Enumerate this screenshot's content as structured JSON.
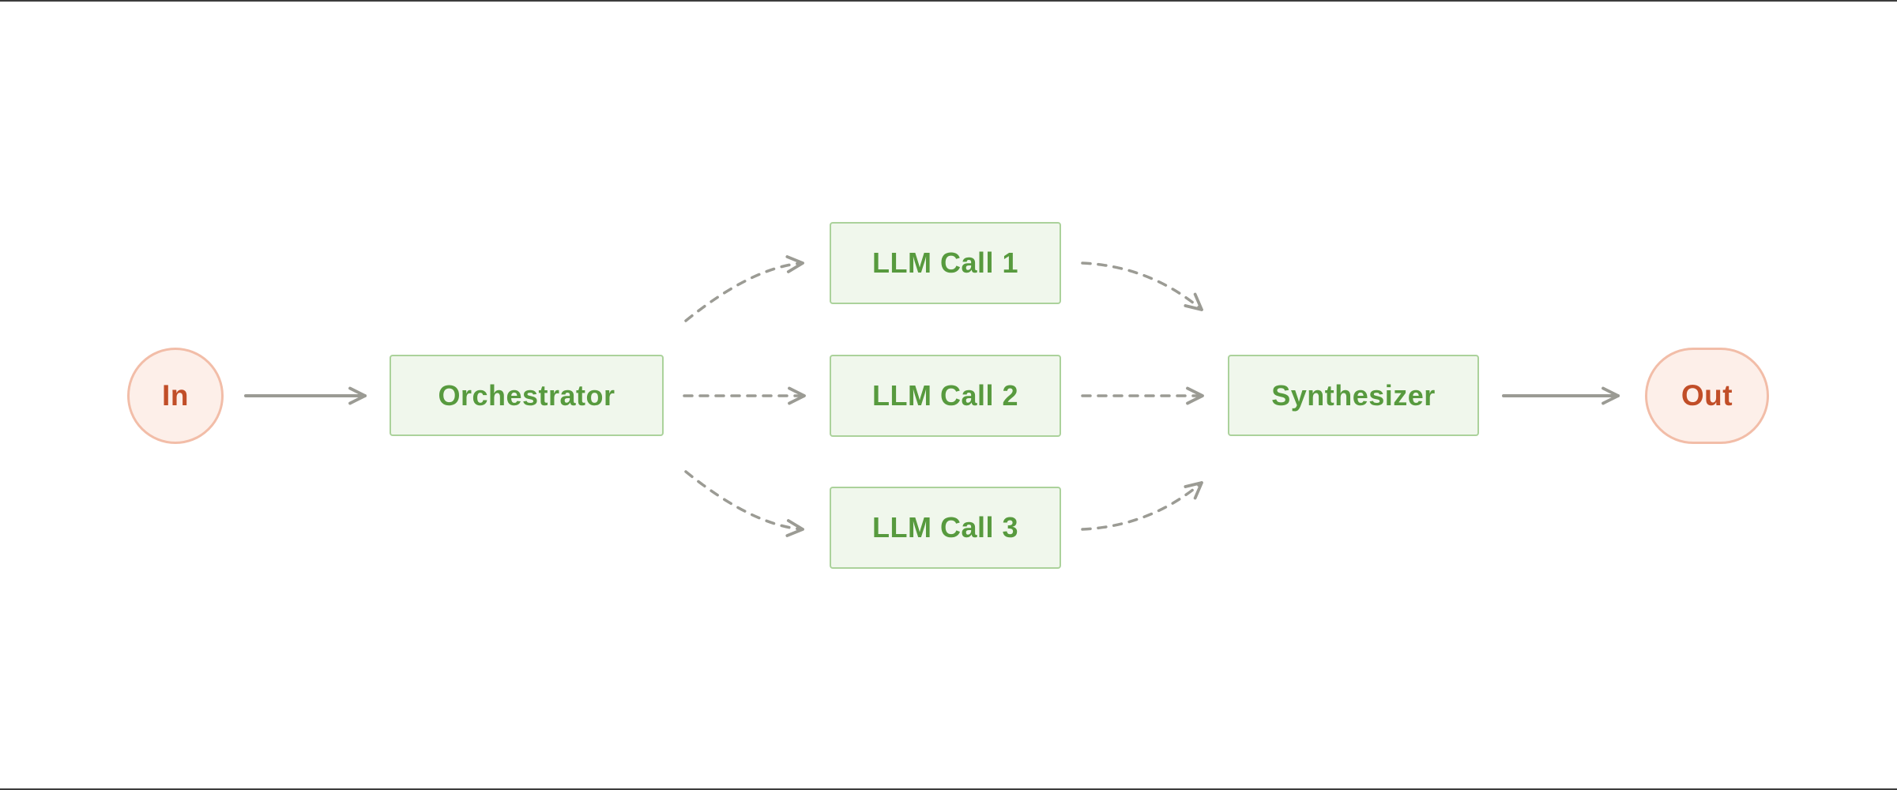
{
  "diagram": {
    "nodes": {
      "in": {
        "label": "In",
        "kind": "terminal"
      },
      "orchestrator": {
        "label": "Orchestrator",
        "kind": "process"
      },
      "llm_call_1": {
        "label": "LLM Call 1",
        "kind": "process"
      },
      "llm_call_2": {
        "label": "LLM Call 2",
        "kind": "process"
      },
      "llm_call_3": {
        "label": "LLM Call 3",
        "kind": "process"
      },
      "synthesizer": {
        "label": "Synthesizer",
        "kind": "process"
      },
      "out": {
        "label": "Out",
        "kind": "terminal"
      }
    },
    "edges": [
      {
        "from": "in",
        "to": "orchestrator",
        "style": "solid"
      },
      {
        "from": "orchestrator",
        "to": "llm_call_1",
        "style": "dashed"
      },
      {
        "from": "orchestrator",
        "to": "llm_call_2",
        "style": "dashed"
      },
      {
        "from": "orchestrator",
        "to": "llm_call_3",
        "style": "dashed"
      },
      {
        "from": "llm_call_1",
        "to": "synthesizer",
        "style": "dashed"
      },
      {
        "from": "llm_call_2",
        "to": "synthesizer",
        "style": "dashed"
      },
      {
        "from": "llm_call_3",
        "to": "synthesizer",
        "style": "dashed"
      },
      {
        "from": "synthesizer",
        "to": "out",
        "style": "solid"
      }
    ],
    "colors": {
      "terminal_fill": "#fdefe9",
      "terminal_border": "#f2bda8",
      "terminal_text": "#c14e28",
      "process_fill": "#f0f7ec",
      "process_border": "#abd29b",
      "process_text": "#579a3e",
      "arrow": "#9b9b94",
      "background": "#ffffff",
      "frame_border": "#3c3c3c"
    }
  }
}
